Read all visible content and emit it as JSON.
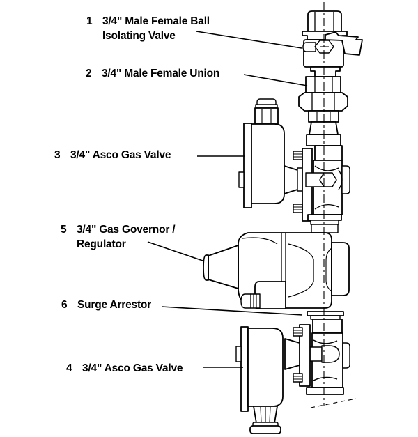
{
  "figure": {
    "type": "line-drawing",
    "ink_color": "#000000",
    "background_color": "#ffffff",
    "callouts": [
      {
        "number": "1",
        "lines": [
          "3/4\" Male Female Ball",
          "Isolating Valve"
        ],
        "target": "ball-isolating-valve"
      },
      {
        "number": "2",
        "lines": [
          "3/4\" Male Female Union"
        ],
        "target": "male-female-union"
      },
      {
        "number": "3",
        "lines": [
          "3/4\" Asco Gas Valve"
        ],
        "target": "asco-gas-valve-upper"
      },
      {
        "number": "5",
        "lines": [
          "3/4\" Gas Governor /",
          "Regulator"
        ],
        "target": "gas-governor-regulator"
      },
      {
        "number": "6",
        "lines": [
          "Surge Arrestor"
        ],
        "target": "surge-arrestor"
      },
      {
        "number": "4",
        "lines": [
          "3/4\" Asco Gas Valve"
        ],
        "target": "asco-gas-valve-lower"
      }
    ]
  }
}
